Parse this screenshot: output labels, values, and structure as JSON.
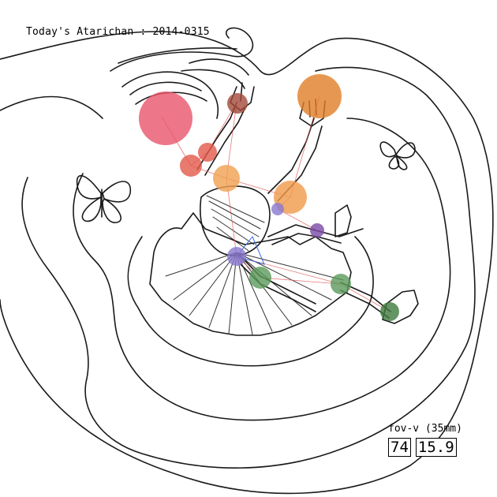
{
  "header": {
    "title": "Today's Atarichan : 2014-0315"
  },
  "fov": {
    "label": "fov-v (35mm)",
    "angle": "74",
    "focal": "15.9"
  },
  "colors": {
    "head": "#e8546a",
    "shoulder_right": "#e2594a",
    "hand_left": "#a24a3a",
    "hand_right": "#e07e28",
    "shoulder_left": "#f0a050",
    "elbow": "#f09a4a",
    "hip": "#8a78d0",
    "knee": "#5a9a5a",
    "ankle": "#3e7a3e",
    "wrist_purple": "#7a4aa8"
  }
}
